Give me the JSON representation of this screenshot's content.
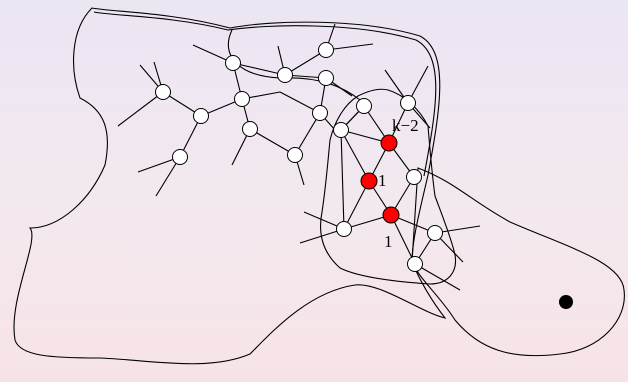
{
  "diagram": {
    "colors": {
      "gray_region": "#c6c6c6",
      "green_region": "#5ef05e",
      "white_region": "#ffffff",
      "hollow_node": "#ffffff",
      "marked_node": "#ff0000",
      "target_point": "#000000"
    },
    "labels": {
      "top_marked": "k−2",
      "mid_marked": "1",
      "bottom_marked": "1"
    }
  }
}
